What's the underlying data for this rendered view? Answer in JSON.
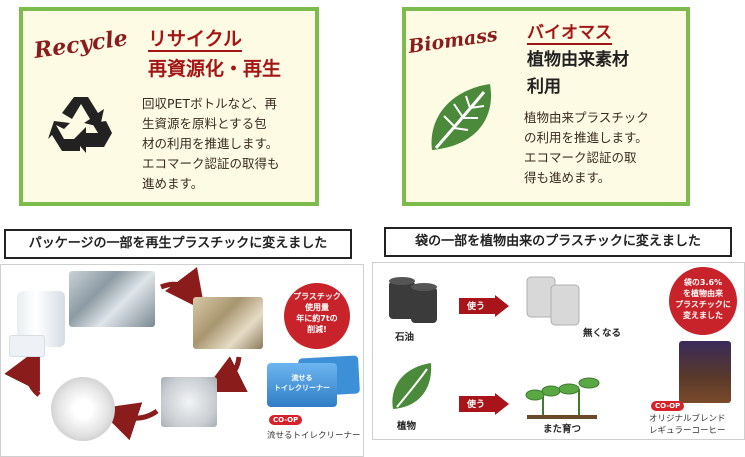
{
  "recycle": {
    "script_label": "Recycle",
    "title_line1": "リサイクル",
    "title_line2": "再資源化・再生",
    "desc": [
      "回収PETボトルなど、再",
      "生資源を原料とする包",
      "材の利用を推進します。",
      "エコマーク認証の取得も",
      "進めます。"
    ],
    "icon": "recycle-icon"
  },
  "biomass": {
    "script_label": "Biomass",
    "title_line1": "バイオマス",
    "title_line2": "植物由来素材",
    "title_line3": "利用",
    "desc": [
      "植物由来プラスチック",
      "の利用を推進します。",
      "エコマーク認証の取",
      "得も進めます。"
    ],
    "icon": "leaf-icon"
  },
  "left_panel": {
    "banner": "パッケージの一部を再生プラスチックに変えました",
    "badge": [
      "プラスチック",
      "使用量",
      "年に約7tの",
      "削減!"
    ],
    "coop_logo": "CO-OP",
    "product_name": "流せるトイレクリーナー",
    "package_text": [
      "流せる",
      "トイレクリーナー"
    ]
  },
  "right_panel": {
    "banner": "袋の一部を植物由来のプラスチックに変えました",
    "oil_label": "石油",
    "use_label_1": "使う",
    "gone_label": "無くなる",
    "plant_label": "植物",
    "use_label_2": "使う",
    "grow_label": "また育つ",
    "badge": [
      "袋の3.6%",
      "を植物由来",
      "プラスチックに",
      "変えました"
    ],
    "coop_logo": "CO-OP",
    "product_name": [
      "オリジナルブレンド",
      "レギュラーコーヒー"
    ]
  }
}
